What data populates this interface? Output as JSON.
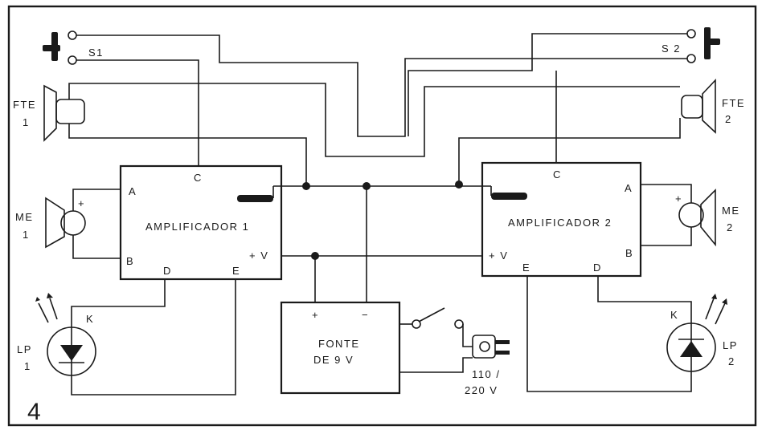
{
  "figure_number": "4",
  "switch_left": "S1",
  "switch_right": "S 2",
  "speaker_left": [
    "FTE",
    "1"
  ],
  "speaker_right": [
    "FTE",
    "2"
  ],
  "mic_left": [
    "ME",
    "1"
  ],
  "mic_right": [
    "ME",
    "2"
  ],
  "lamp_left": [
    "LP",
    "1"
  ],
  "lamp_right": [
    "LP",
    "2"
  ],
  "amp1": {
    "title": "AMPLIFICADOR 1",
    "pin_a": "A",
    "pin_b": "B",
    "pin_c": "C",
    "pin_d": "D",
    "pin_e": "E",
    "pin_v": "+ V"
  },
  "amp2": {
    "title": "AMPLIFICADOR 2",
    "pin_a": "A",
    "pin_b": "B",
    "pin_c": "C",
    "pin_d": "D",
    "pin_e": "E",
    "pin_v": "+ V"
  },
  "supply": {
    "title_line1": "FONTE",
    "title_line2": "DE 9 V",
    "plus": "+",
    "minus": "−"
  },
  "mains": [
    "110 /",
    "220 V"
  ],
  "polarity_plus": "+",
  "cathode": "K"
}
